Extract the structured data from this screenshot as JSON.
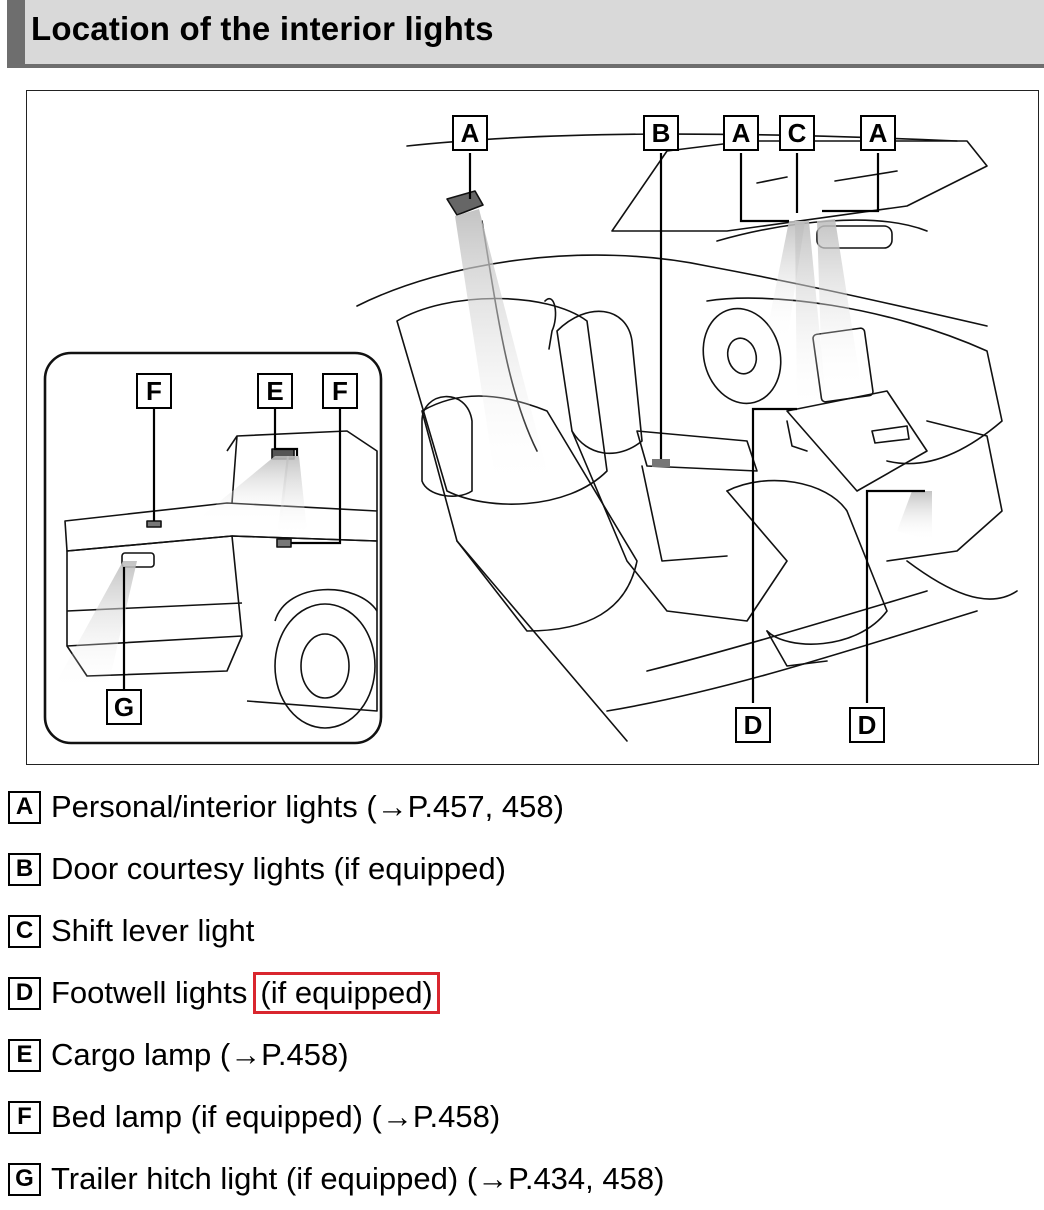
{
  "header": {
    "title": "Location of the interior lights"
  },
  "diagram": {
    "labels": {
      "a1": "A",
      "b": "B",
      "a2": "A",
      "c": "C",
      "a3": "A",
      "f1": "F",
      "e": "E",
      "f2": "F",
      "g": "G",
      "d1": "D",
      "d2": "D"
    }
  },
  "legend": [
    {
      "key": "A",
      "text": "Personal/interior lights (→P.457, 458)"
    },
    {
      "key": "B",
      "text": "Door courtesy lights (if equipped)"
    },
    {
      "key": "C",
      "text": "Shift lever light"
    },
    {
      "key": "D",
      "text": "Footwell lights",
      "highlight": "(if equipped)"
    },
    {
      "key": "E",
      "text": "Cargo lamp (→P.458)"
    },
    {
      "key": "F",
      "text": "Bed lamp (if equipped) (→P.458)"
    },
    {
      "key": "G",
      "text": "Trailer hitch light (if equipped) (→P.434, 458)"
    }
  ],
  "colors": {
    "header_bg": "#d9d9d9",
    "header_accent": "#6e6e6e",
    "highlight": "#d9262e"
  }
}
